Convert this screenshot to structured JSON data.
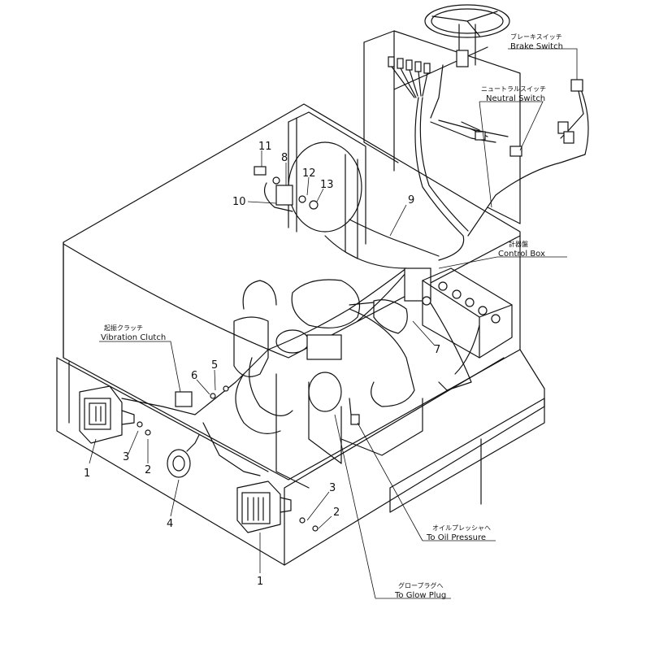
{
  "callouts": {
    "brake_switch_jp": "ブレーキスイッチ",
    "brake_switch_en": "Brake Switch",
    "neutral_switch_jp": "ニュートラルスイッチ",
    "neutral_switch_en": "Neutral Switch",
    "control_box_jp": "計器盤",
    "control_box_en": "Control Box",
    "vibration_clutch_jp": "起振クラッチ",
    "vibration_clutch_en": "Vibration Clutch",
    "oil_pressure_jp": "オイルプレッシャへ",
    "oil_pressure_en": "To Oil Pressure",
    "glow_plug_jp": "グロープラグへ",
    "glow_plug_en": "To Glow Plug"
  },
  "parts": {
    "p1a": "1",
    "p1b": "1",
    "p2a": "2",
    "p2b": "2",
    "p3a": "3",
    "p3b": "3",
    "p4": "4",
    "p5": "5",
    "p6": "6",
    "p7": "7",
    "p8": "8",
    "p9": "9",
    "p10": "10",
    "p11": "11",
    "p12": "12",
    "p13": "13"
  }
}
